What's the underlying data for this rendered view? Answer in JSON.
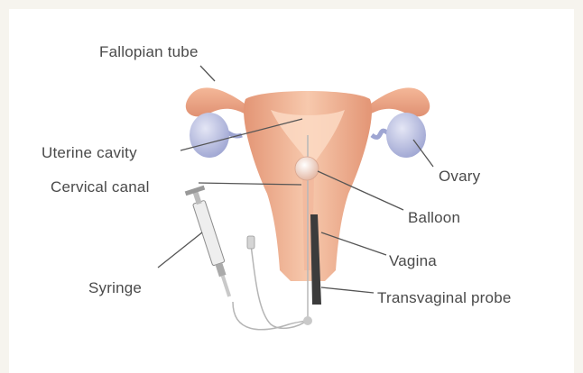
{
  "labels": {
    "fallopian_tube": "Fallopian tube",
    "uterine_cavity": "Uterine cavity",
    "cervical_canal": "Cervical canal",
    "ovary": "Ovary",
    "balloon": "Balloon",
    "vagina": "Vagina",
    "syringe": "Syringe",
    "transvaginal_probe": "Transvaginal probe"
  },
  "colors": {
    "uterus": "#e8a384",
    "uterus_light": "#f6c7aa",
    "ovary": "#b9bfe0",
    "line": "#555555",
    "probe": "#3c3c3c"
  }
}
